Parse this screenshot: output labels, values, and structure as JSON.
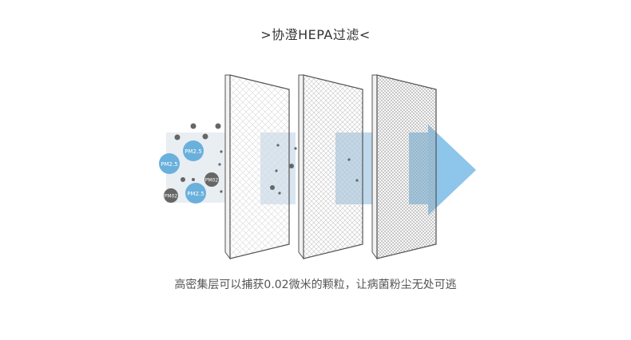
{
  "header": {
    "title": ">协澄HEPA过滤<"
  },
  "caption": {
    "text": "高密集层可以捕获0.02微米的颗粒，让病菌粉尘无处可逃"
  },
  "particles": {
    "labels": [
      "PM2.5",
      "PM2.5",
      "PM2.5",
      "PM02",
      "PM02"
    ],
    "colors": {
      "pm25": "#6ab0dc",
      "pm02": "#666666",
      "dot": "#555555"
    }
  },
  "colors": {
    "flow_light": "#e8eff5",
    "flow_mid": "#c8dcec",
    "arrow": "#8ec5ea",
    "filter_edge": "#555555"
  }
}
